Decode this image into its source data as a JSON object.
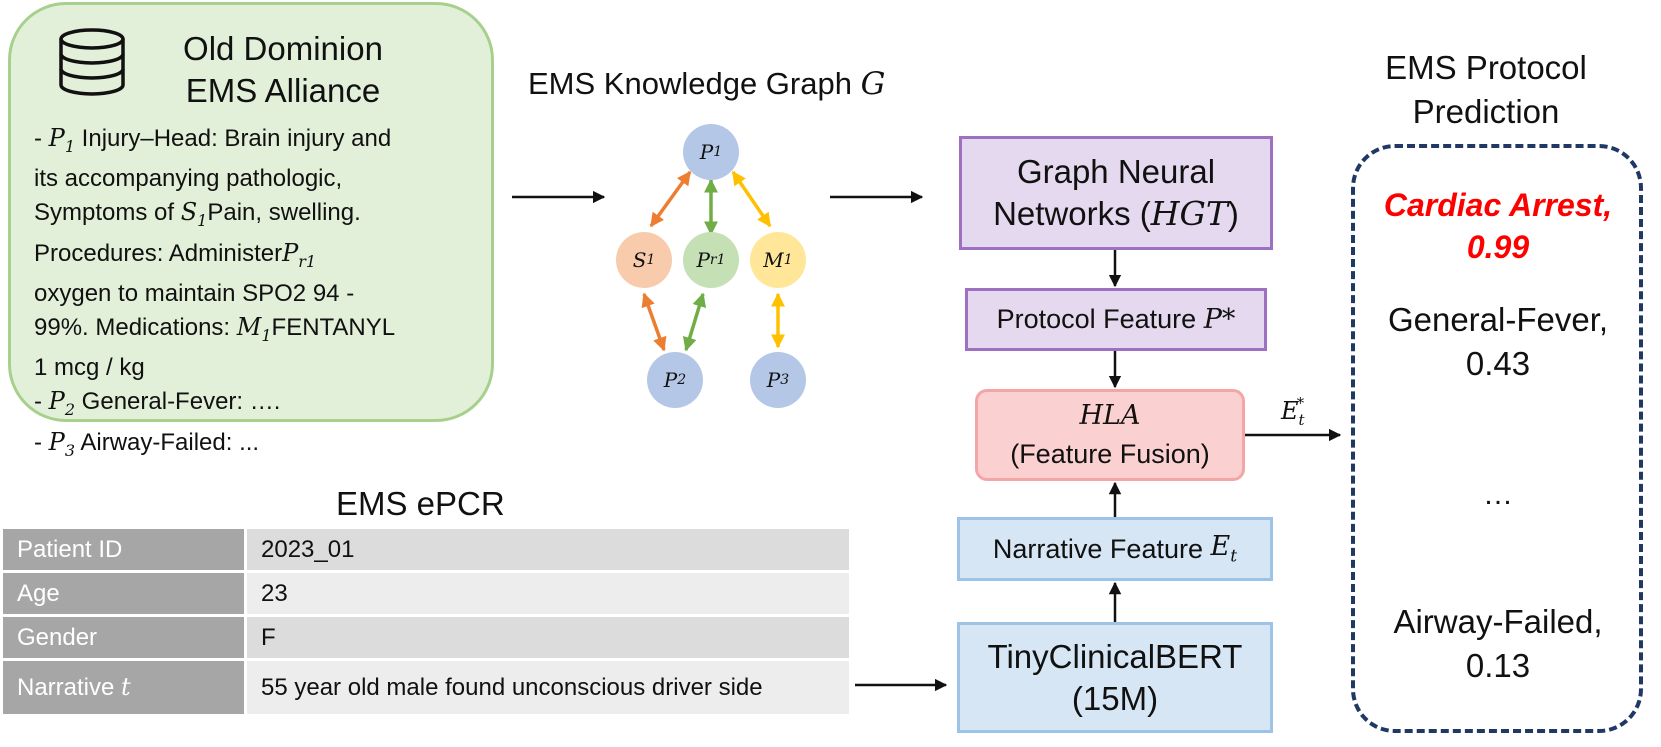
{
  "source": {
    "title_line1": "Old Dominion",
    "title_line2": "EMS Alliance",
    "lines": [
      {
        "pre": "- ",
        "sym": "P",
        "sub": "1",
        "post": " Injury–Head: Brain injury and"
      },
      {
        "pre": "its accompanying pathologic,",
        "sym": "",
        "sub": "",
        "post": ""
      },
      {
        "pre": "Symptoms of ",
        "sym": "S",
        "sub": "1",
        "post": "Pain, swelling."
      },
      {
        "pre": "Procedures: Administer",
        "sym": "P",
        "sub": "r1",
        "post": ""
      },
      {
        "pre": "oxygen to maintain SPO2 94 -",
        "sym": "",
        "sub": "",
        "post": ""
      },
      {
        "pre": "99%. Medications: ",
        "sym": "M",
        "sub": "1",
        "post": "FENTANYL"
      },
      {
        "pre": "1 mcg / kg",
        "sym": "",
        "sub": "",
        "post": ""
      },
      {
        "pre": "- ",
        "sym": "P",
        "sub": "2",
        "post": " General-Fever: …."
      },
      {
        "pre": "- ",
        "sym": "P",
        "sub": "3",
        "post": " Airway-Failed: ..."
      }
    ]
  },
  "knowledge_graph": {
    "title": "EMS Knowledge Graph ",
    "title_symbol": "G",
    "nodes": [
      {
        "id": "P1",
        "sym": "P",
        "sub": "1",
        "color": "#b4c7e7"
      },
      {
        "id": "S1",
        "sym": "S",
        "sub": "1",
        "color": "#f8cbad"
      },
      {
        "id": "Pr1",
        "sym": "P",
        "sub": "r1",
        "color": "#c5e0b4"
      },
      {
        "id": "M1",
        "sym": "M",
        "sub": "1",
        "color": "#ffe699"
      },
      {
        "id": "P2",
        "sym": "P",
        "sub": "2",
        "color": "#b4c7e7"
      },
      {
        "id": "P3",
        "sym": "P",
        "sub": "3",
        "color": "#b4c7e7"
      }
    ],
    "edge_colors": {
      "symptom": "#ed7d31",
      "procedure": "#70ad47",
      "medication": "#ffc000"
    }
  },
  "pipeline": {
    "gnn_line1": "Graph Neural",
    "gnn_line2_text": "Networks (",
    "gnn_line2_sym": "HGT",
    "gnn_line2_end": ")",
    "protocol_text": "Protocol Feature ",
    "protocol_sym": "P*",
    "hla_sym": "HLA",
    "hla_text": "(Feature Fusion)",
    "narrative_text": "Narrative Feature ",
    "narrative_sym": "E",
    "narrative_sub": "t",
    "bert_line1": "TinyClinicalBERT",
    "bert_line2": "(15M)",
    "fused_sym": "E",
    "fused_sub": "t",
    "fused_sup": "*"
  },
  "epcr": {
    "title": "EMS ePCR",
    "rows": [
      {
        "key": "Patient ID",
        "key_sym": "",
        "value": "2023_01"
      },
      {
        "key": "Age",
        "key_sym": "",
        "value": "23"
      },
      {
        "key": "Gender",
        "key_sym": "",
        "value": "F"
      },
      {
        "key": "Narrative ",
        "key_sym": "t",
        "value": "55 year old male found unconscious driver side"
      }
    ]
  },
  "prediction": {
    "title_line1": "EMS Protocol",
    "title_line2": "Prediction",
    "top_line1": "Cardiac Arrest,",
    "top_line2": "0.99",
    "mid_line1": "General-Fever,",
    "mid_line2": "0.43",
    "ellipsis": "…",
    "bot_line1": "Airway-Failed,",
    "bot_line2": "0.13"
  }
}
